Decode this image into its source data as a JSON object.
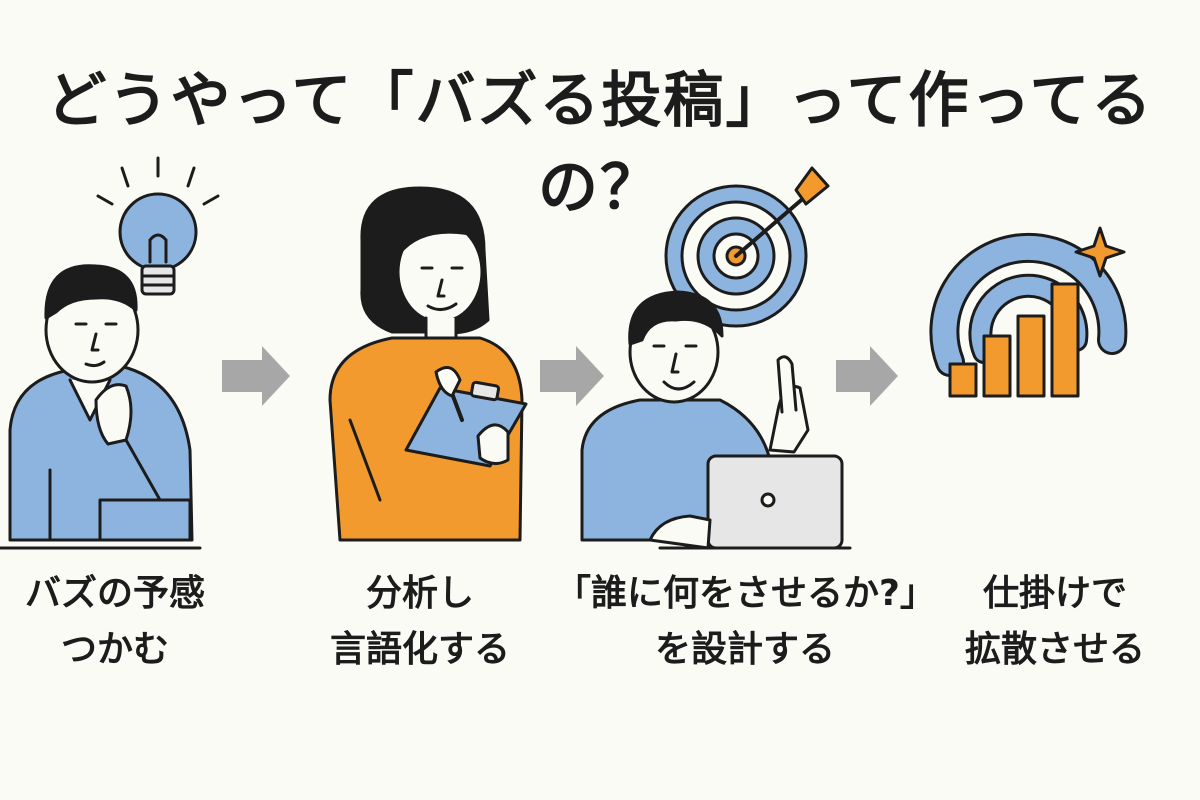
{
  "title": "どうやって「バズる投稿」って作ってるの？",
  "colors": {
    "background": "#fbfbf6",
    "blue": "#8db4df",
    "orange": "#f29a2e",
    "arrow": "#a7a7a7",
    "line": "#1c1c1c"
  },
  "steps": [
    {
      "line1": "バズの予感",
      "line2": "つかむ",
      "icon": "lightbulb-icon"
    },
    {
      "line1": "分析し",
      "line2": "言語化する",
      "icon": "clipboard-icon"
    },
    {
      "line1": "「誰に何をさせるか?」",
      "line2": "を設計する",
      "icon": "target-icon"
    },
    {
      "line1": "仕掛けで",
      "line2": "拡散させる",
      "icon": "growth-chart-icon"
    }
  ]
}
